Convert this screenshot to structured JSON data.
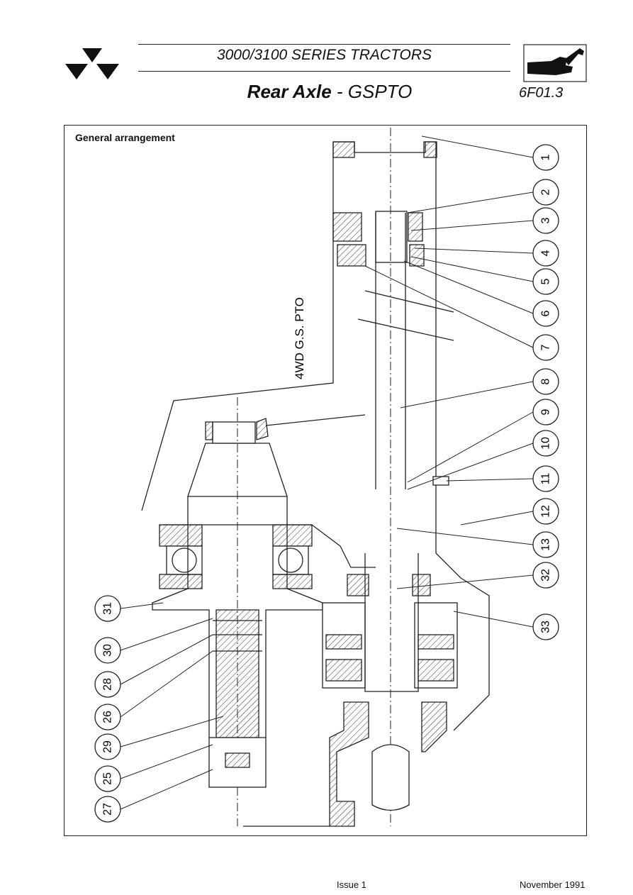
{
  "header": {
    "series": "3000/3100 SERIES TRACTORS",
    "title_bold": "Rear Axle",
    "title_rest": " - GSPTO",
    "page_code": "6F01.3"
  },
  "figure": {
    "section_label": "General arrangement",
    "side_label": "4WD G.S. PTO",
    "callouts_right": [
      "1",
      "2",
      "3",
      "4",
      "5",
      "6",
      "7",
      "8",
      "9",
      "10",
      "11",
      "12",
      "13",
      "32",
      "33"
    ],
    "callouts_left": [
      "31",
      "30",
      "28",
      "26",
      "29",
      "25",
      "27"
    ]
  },
  "footer": {
    "issue": "Issue 1",
    "date": "November 1991"
  }
}
